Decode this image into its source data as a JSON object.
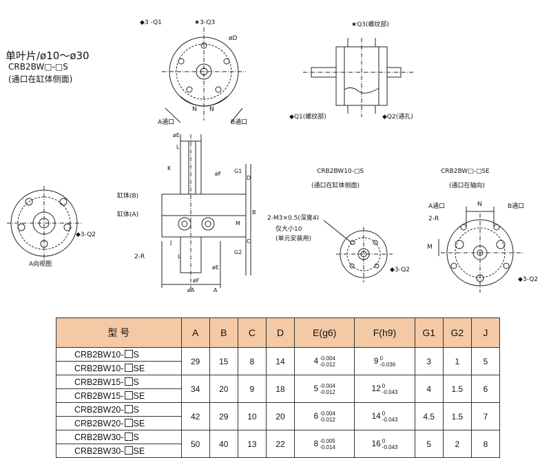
{
  "heading": {
    "line1": "单叶片/ø10～ø30",
    "line2": "CRB2BW□-□S",
    "line3": "(通口在缸体侧面)"
  },
  "view_top_left": {
    "q1": "◆3 -Q1",
    "q3": "★3-Q3",
    "phi_d": "øD",
    "n1": "N",
    "n2": "N",
    "port_a": "A通口",
    "port_b": "B通口"
  },
  "view_top_right": {
    "q3": "★Q3(螺纹部)",
    "q1": "◆Q1(螺纹部)",
    "q2": "◆Q2(通孔)"
  },
  "view_a": {
    "q2": "◆3-Q2",
    "caption": "A向视图"
  },
  "side_view": {
    "phi_e_top": "øE",
    "l_top": "L",
    "k": "K",
    "phi_f_top": "øF",
    "g1": "G1",
    "d": "D",
    "body_b": "缸体(B)",
    "body_a": "缸体(A)",
    "b": "B",
    "m": "M",
    "c": "C",
    "g2": "G2",
    "j": "J",
    "r": "2-R",
    "l_bottom": "L",
    "phi_e_bottom": "øE",
    "phi_f_bottom": "øF",
    "phi_a": "øA",
    "a_arrow": "A"
  },
  "view_s10": {
    "title": "CRB2BW10-□S",
    "subtitle": "(通口在缸体侧面)",
    "note1": "2-M3×0.5(深度4)",
    "note2": "仅大小10",
    "note3": "(单元安装用)",
    "q2": "◆3-Q2"
  },
  "view_se": {
    "title": "CRB2BW□-□SE",
    "subtitle": "(通口在轴向)",
    "port_a": "A通口",
    "n": "N",
    "port_b": "B通口",
    "r": "2-R",
    "m": "M",
    "q2": "◆3-Q2"
  },
  "table": {
    "headers": [
      "型  号",
      "A",
      "B",
      "C",
      "D",
      "E(g6)",
      "F(h9)",
      "G1",
      "G2",
      "J"
    ],
    "groups": [
      {
        "models": [
          "CRB2BW10-",
          "CRB2BW10-"
        ],
        "suffix": [
          "S",
          "SE"
        ],
        "A": "29",
        "B": "15",
        "C": "8",
        "D": "14",
        "E": "4",
        "E_up": "-0.004",
        "E_lo": "-0.012",
        "F": "9",
        "F_up": "0",
        "F_lo": "-0.036",
        "G1": "3",
        "G2": "1",
        "J": "5"
      },
      {
        "models": [
          "CRB2BW15-",
          "CRB2BW15-"
        ],
        "suffix": [
          "S",
          "SE"
        ],
        "A": "34",
        "B": "20",
        "C": "9",
        "D": "18",
        "E": "5",
        "E_up": "-0.004",
        "E_lo": "-0.012",
        "F": "12",
        "F_up": "0",
        "F_lo": "-0.043",
        "G1": "4",
        "G2": "1.5",
        "J": "6"
      },
      {
        "models": [
          "CRB2BW20-",
          "CRB2BW20-"
        ],
        "suffix": [
          "S",
          "SE"
        ],
        "A": "42",
        "B": "29",
        "C": "10",
        "D": "20",
        "E": "6",
        "E_up": "-0.004",
        "E_lo": "-0.012",
        "F": "14",
        "F_up": "0",
        "F_lo": "-0.043",
        "G1": "4.5",
        "G2": "1.5",
        "J": "7"
      },
      {
        "models": [
          "CRB2BW30-",
          "CRB2BW30-"
        ],
        "suffix": [
          "S",
          "SE"
        ],
        "A": "50",
        "B": "40",
        "C": "13",
        "D": "22",
        "E": "8",
        "E_up": "-0.005",
        "E_lo": "-0.014",
        "F": "16",
        "F_up": "0",
        "F_lo": "-0.043",
        "G1": "5",
        "G2": "2",
        "J": "8"
      }
    ]
  }
}
